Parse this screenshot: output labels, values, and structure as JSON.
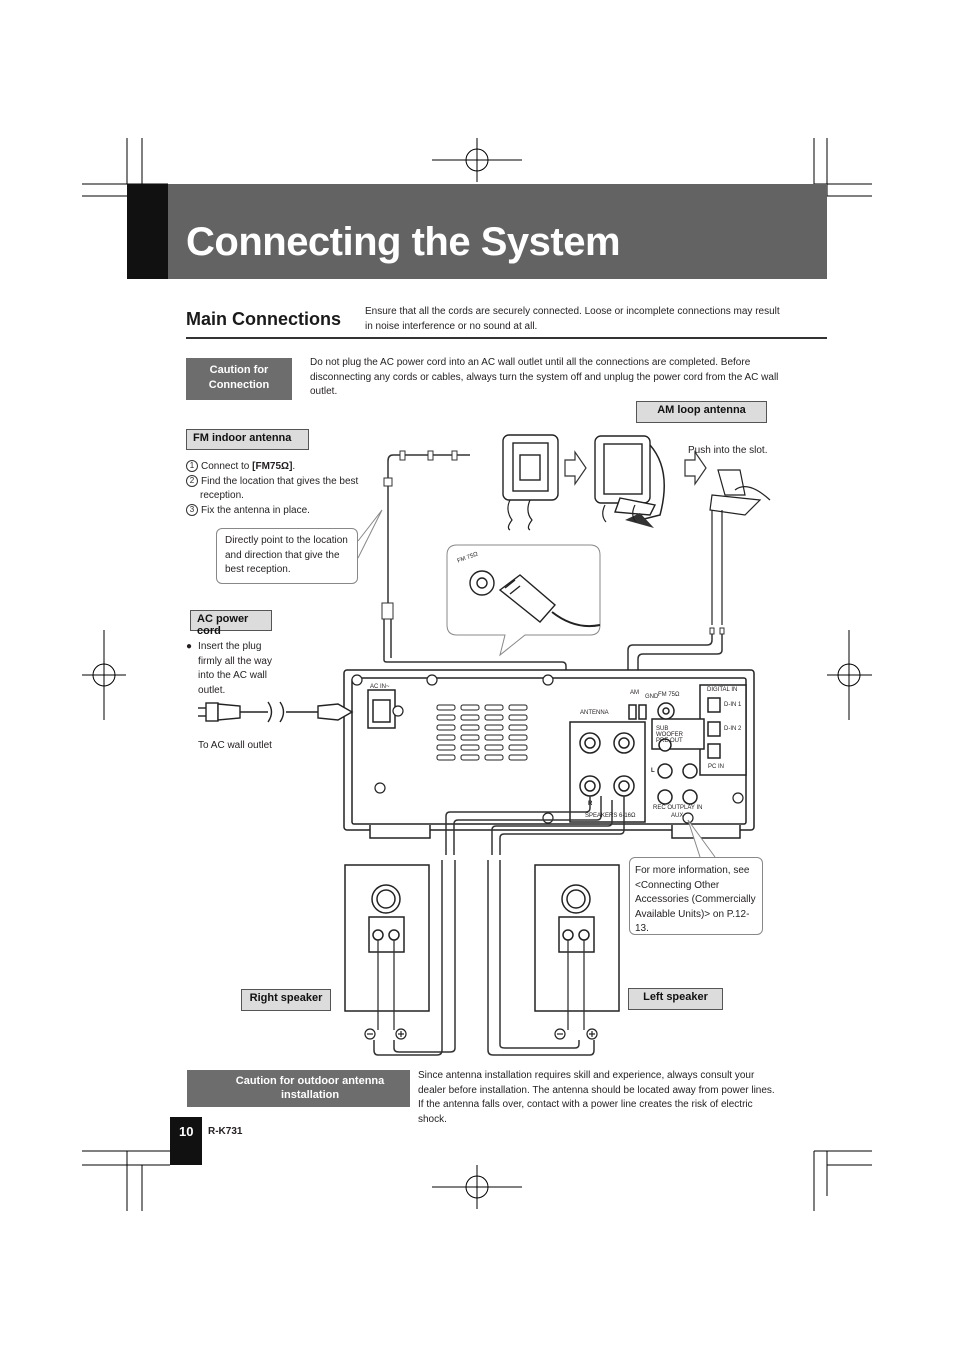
{
  "page": {
    "title": "Connecting the System",
    "section_title": "Main Connections",
    "intro_text": "Ensure that all the cords are securely connected. Loose or incomplete connections may result in noise interference or no sound at all.",
    "page_number": "10",
    "model": "R-K731"
  },
  "caution_connection": {
    "label": "Caution for Connection",
    "text": "Do not plug the AC power cord into an AC wall outlet until all the connections are completed. Before disconnecting any cords or cables, always turn the system off and unplug the power cord from the AC wall outlet."
  },
  "fm_antenna": {
    "label": "FM indoor antenna",
    "steps": [
      {
        "num": "1",
        "text_before": "Connect to ",
        "bold": "[FM75Ω]",
        "text_after": "."
      },
      {
        "num": "2",
        "text": "Find the location that gives the best reception."
      },
      {
        "num": "3",
        "text": "Fix the antenna in place."
      }
    ],
    "callout": "Directly point to the location and direction that give the best reception."
  },
  "am_antenna": {
    "label": "AM loop antenna",
    "note": "Push into the slot."
  },
  "ac_cord": {
    "label": "AC power cord",
    "bullet": "Insert the plug firmly all the way into the AC wall outlet.",
    "outlet_text": "To AC wall outlet"
  },
  "panel_labels": {
    "ac_in": "AC IN~",
    "antenna": "ANTENNA",
    "am": "AM",
    "gnd": "GND",
    "fm75": "FM 75Ω",
    "fm75_plug": "FM 75Ω",
    "digital_in": "DIGITAL IN",
    "din1": "D-IN 1",
    "din2": "D-IN 2",
    "pcin": "PC IN",
    "subwoofer": "SUB WOOFER PRE OUT",
    "rec_out": "REC OUT",
    "play_in": "PLAY IN",
    "aux": "AUX",
    "speakers": "SPEAKERS 6-16Ω",
    "l": "L",
    "r": "R"
  },
  "speakers": {
    "right": "Right speaker",
    "left": "Left speaker"
  },
  "info_callout": "For more information, see <Connecting Other Accessories (Commercially Available Units)> on P.12-13.",
  "outdoor_caution": {
    "label": "Caution for outdoor antenna installation",
    "text": "Since antenna installation requires skill and experience, always consult your dealer before installation. The antenna should be located away from power lines. If the antenna falls over, contact with a power line creates the risk of electric shock."
  }
}
